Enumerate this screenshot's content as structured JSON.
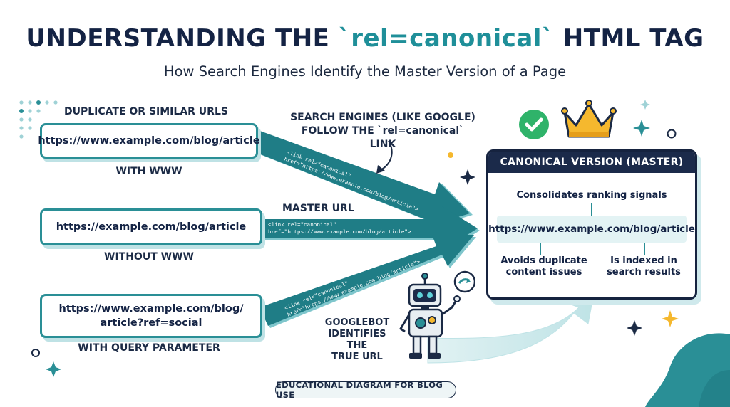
{
  "title": {
    "prefix": "UNDERSTANDING THE ",
    "code": "`rel=canonical`",
    "suffix": " HTML TAG"
  },
  "subtitle": "How Search Engines Identify the Master Version of a Page",
  "left_column": {
    "heading": "DUPLICATE OR SIMILAR URLS",
    "urls": [
      {
        "url": "https://www.example.com/blog/article",
        "caption": "WITH WWW"
      },
      {
        "url": "https://example.com/blog/article",
        "caption": "WITHOUT WWW"
      },
      {
        "url_line1": "https://www.example.com/blog/",
        "url_line2": "article?ref=social",
        "caption": "WITH QUERY PARAMETER"
      }
    ]
  },
  "arrows": {
    "top_code_line1": "<link rel=\"canonical\"",
    "top_code_line2": "href=\"https://www.example.com/blog/article\">",
    "middle_label": "MASTER URL",
    "middle_code_line1": "<link rel=\"canonical\"",
    "middle_code_line2": "href=\"https://www.example.com/blog/article\">",
    "bottom_code_line1": "<link rel=\"canonical\"",
    "bottom_code_line2": "href=\"https://www.example.com/blog/article\">"
  },
  "callout": {
    "line1": "SEARCH ENGINES (LIKE GOOGLE)",
    "line2": "FOLLOW THE `rel=canonical` LINK"
  },
  "googlebot": {
    "line1": "GOOGLEBOT",
    "line2": "IDENTIFIES THE",
    "line3": "TRUE URL"
  },
  "canonical": {
    "header": "CANONICAL VERSION (MASTER)",
    "signal": "Consolidates ranking signals",
    "url": "https://www.example.com/blog/article",
    "benefit1_line1": "Avoids duplicate",
    "benefit1_line2": "content issues",
    "benefit2_line1": "Is indexed in",
    "benefit2_line2": "search results"
  },
  "footer": "EDUCATIONAL DIAGRAM FOR BLOG USE",
  "colors": {
    "teal": "#2a8f96",
    "navy": "#1b2a4a",
    "gold": "#f5b82e",
    "green": "#2fb36a"
  }
}
